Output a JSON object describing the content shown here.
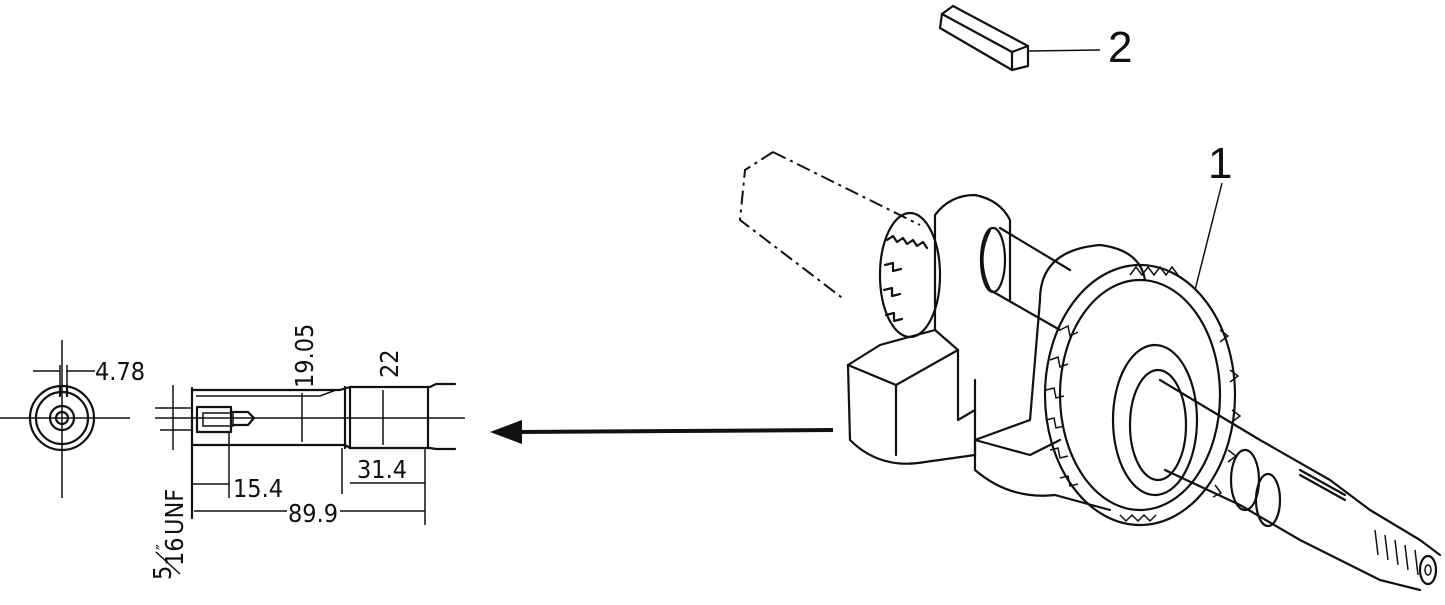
{
  "callouts": [
    {
      "id": "1",
      "label": "1",
      "part": "crankshaft"
    },
    {
      "id": "2",
      "label": "2",
      "part": "key"
    }
  ],
  "dimensions": {
    "keyway_width": "4.78",
    "shaft_diameter": "19.05",
    "collar_diameter": "22",
    "thread_length": "15.4",
    "collar_length": "31.4",
    "overall_length": "89.9",
    "thread_spec_numerator": "5",
    "thread_spec_denominator": "16",
    "thread_spec_inch": "″",
    "thread_spec_type": "UNF"
  },
  "arrow": {
    "direction": "left",
    "meaning": "detail-view-of-shaft-end"
  }
}
